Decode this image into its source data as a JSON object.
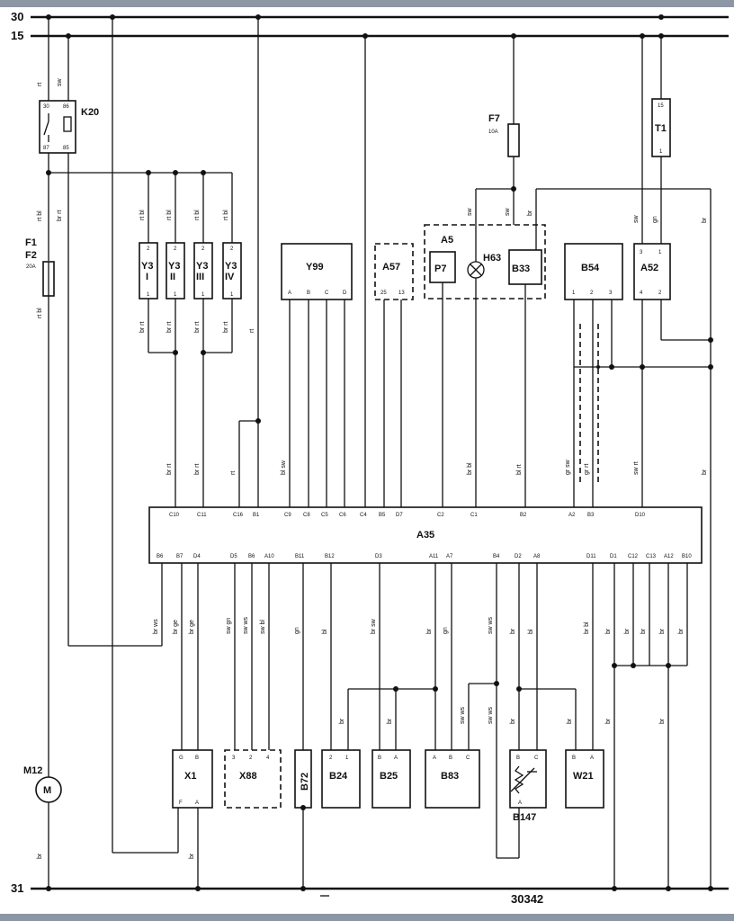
{
  "rails": {
    "r30": "30",
    "r15": "15",
    "r31": "31"
  },
  "diagram_number": "30342",
  "components": {
    "K20": "K20",
    "F7": "F7",
    "F7_rating": "10A",
    "T1": "T1",
    "F1": "F1",
    "F2": "F2",
    "F2_rating": "20A",
    "Y3_1": "Y3",
    "Y3_2": "Y3",
    "Y3_3": "Y3",
    "Y3_4": "Y3",
    "Y3_1_sub": "I",
    "Y3_2_sub": "II",
    "Y3_3_sub": "III",
    "Y3_4_sub": "IV",
    "Y99": "Y99",
    "A57": "A57",
    "A5": "A5",
    "P7": "P7",
    "H63": "H63",
    "B33": "B33",
    "B54": "B54",
    "A52": "A52",
    "A35": "A35",
    "M12": "M12",
    "M_symbol": "M",
    "X1": "X1",
    "X88": "X88",
    "B72": "B72",
    "B24": "B24",
    "B25": "B25",
    "B83": "B83",
    "B147": "B147",
    "W21": "W21"
  },
  "pins": {
    "K20": [
      "30",
      "86",
      "87",
      "85"
    ],
    "T1": [
      "15",
      "1"
    ],
    "Y3": [
      "2",
      "1"
    ],
    "Y99": [
      "A",
      "B",
      "C",
      "D"
    ],
    "A57": [
      "25",
      "13"
    ],
    "B54": [
      "1",
      "2",
      "3"
    ],
    "A52": [
      "3",
      "1",
      "4",
      "2"
    ],
    "A35_top": [
      "C10",
      "C11",
      "C16",
      "B1",
      "C9",
      "C8",
      "C5",
      "C6",
      "C4",
      "B5",
      "D7",
      "C2",
      "C1",
      "B2",
      "A2",
      "B3",
      "D10"
    ],
    "A35_bottom": [
      "B6",
      "B7",
      "D4",
      "D5",
      "B6",
      "A10",
      "B11",
      "B12",
      "D3",
      "A11",
      "A7",
      "B4",
      "D2",
      "A8",
      "D11",
      "D1",
      "C12",
      "C13",
      "A12",
      "B10"
    ],
    "X1_top": [
      "G",
      "B"
    ],
    "X1_bot": [
      "F",
      "A"
    ],
    "X88": [
      "3",
      "2",
      "4"
    ],
    "B24": [
      "2",
      "1"
    ],
    "B25": [
      "B",
      "A"
    ],
    "B83": [
      "A",
      "B",
      "C"
    ],
    "B147_top": [
      "B",
      "C"
    ],
    "B147_bot": "A",
    "W21": [
      "B",
      "A"
    ]
  },
  "wire_colors": {
    "k20_left": "rt",
    "k20_right": "sw",
    "k20_out": "rt bl",
    "k20_out2": "br rt",
    "f2": "rt bl",
    "f2_out": "rt bl",
    "y3_1": "rt bl",
    "y3_2": "rt bl",
    "y3_3": "rt bl",
    "y3_4": "rt bl",
    "y3_1b": "br rt",
    "y3_2b": "br rt",
    "y3_3b": "br rt",
    "y3_4b": "br rt",
    "rt_long": "rt",
    "c10": "br rt",
    "c11": "br rt",
    "c16": "rt",
    "c9": "bl sw",
    "a5_a": "sw",
    "a5_b": "sw",
    "a5_c": "br",
    "c1": "br bl",
    "b2": "bl rt",
    "a52_3": "sw",
    "a52_1": "gn",
    "far_right": "br",
    "far_right2": "br",
    "a2": "gr sw",
    "b3": "gr rt",
    "d10": "sw rt",
    "b6": "br ws",
    "b7": "br ge",
    "d5": "sw gn",
    "b6b": "sw ws",
    "a10": "sw bl",
    "b11": "gn",
    "b12": "bl",
    "d3": "br sw",
    "a11": "br",
    "a7": "gn",
    "b4": "sw ws",
    "d2": "br",
    "a8": "bl",
    "d11": "br bl",
    "d1": "br",
    "c12": "br",
    "c13": "br",
    "a12": "br",
    "b10": "br",
    "b24": "br",
    "b25": "br",
    "b83": "sw ws",
    "b83b": "sw ws",
    "b147": "br",
    "w21": "br",
    "gnd": "br",
    "m12": "br",
    "x1a": "br",
    "gnd2": "br"
  }
}
